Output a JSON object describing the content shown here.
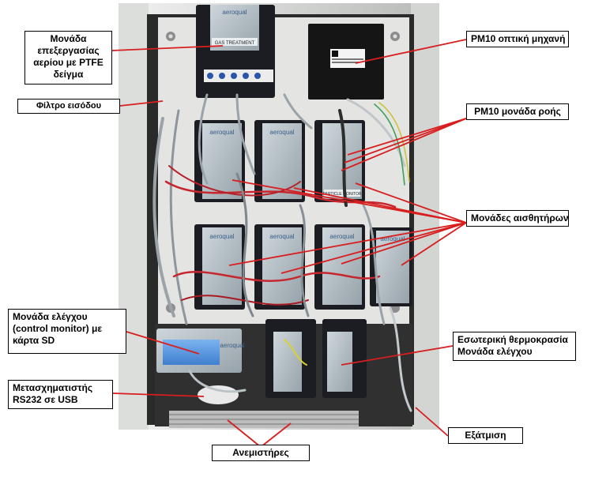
{
  "labels": {
    "gas_module": [
      "Μονάδα",
      "επεξεργασίας",
      "αερίου με PTFE",
      "δείγμα"
    ],
    "inlet_filter": "Φίλτρο εισόδου",
    "pm10_optical": "PM10 οπτική μηχανή",
    "pm10_flow": "PM10 μονάδα ροής",
    "sensor_modules": "Μονάδες αισθητήρων",
    "control_module": [
      "Μονάδα ελέγχου",
      "(control monitor) με",
      "κάρτα SD"
    ],
    "internal_temp": [
      "Εσωτερική θερμοκρασία",
      "Μονάδα ελέγχου"
    ],
    "rs232": [
      "Μετασχηματιστής",
      "RS232 σε USB"
    ],
    "exhaust": "Εξάτμιση",
    "fans": "Ανεμιστήρες"
  },
  "device": {
    "brand": "aeroqual",
    "gas_module_text": "GAS TREATMENT",
    "flow_module_text": "PARTICLE MONITOR"
  },
  "colors": {
    "pointer": "#d81e1e",
    "cabinet_frame": "#c9cbc9",
    "cabinet_back": "#2a2a2a",
    "mount_plate": "#e4e4e2",
    "module_body": "#1b1d22",
    "module_face": "#b9c3c9",
    "screen": "#5f9be0"
  }
}
